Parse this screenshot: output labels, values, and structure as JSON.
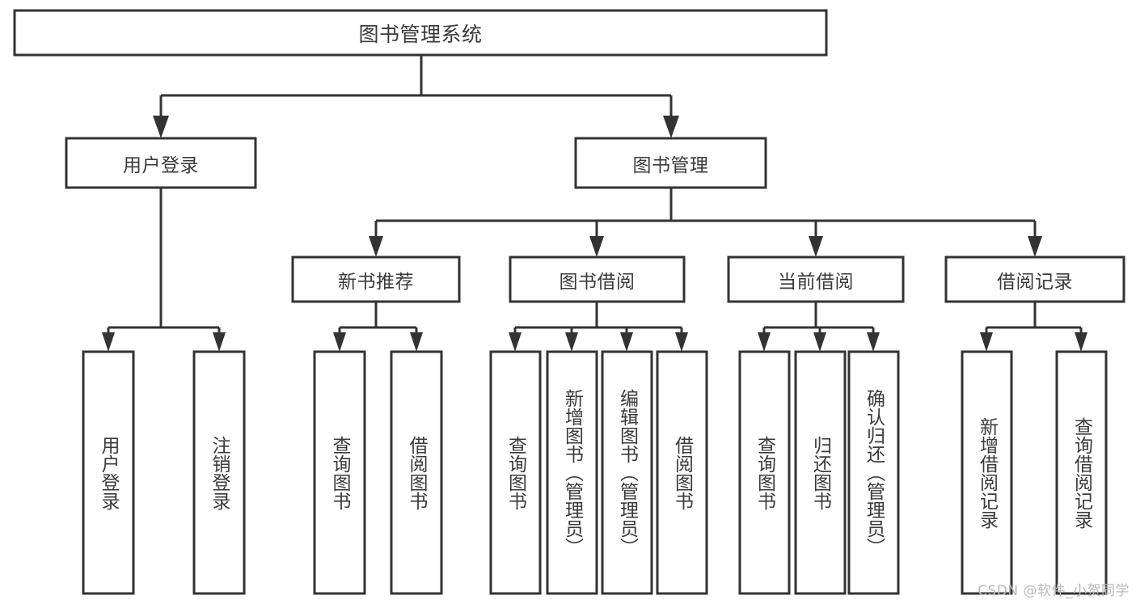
{
  "diagram": {
    "type": "tree-hierarchy",
    "title": "图书管理系统",
    "watermark": "CSDN @软件_小贺同学",
    "colors": {
      "box_fill": "#ffffff",
      "box_stroke": "#333333",
      "text": "#3a3a3a",
      "background": "#ffffff",
      "watermark": "#b9b9b9"
    },
    "root": {
      "label": "图书管理系统"
    },
    "level2": [
      {
        "label": "用户登录"
      },
      {
        "label": "图书管理"
      }
    ],
    "level3": [
      {
        "label": "新书推荐"
      },
      {
        "label": "图书借阅"
      },
      {
        "label": "当前借阅"
      },
      {
        "label": "借阅记录"
      }
    ],
    "leaves": {
      "user_login": [
        {
          "label": "用户登录"
        },
        {
          "label": "注销登录"
        }
      ],
      "new_book_recommend": [
        {
          "label": "查询图书"
        },
        {
          "label": "借阅图书"
        }
      ],
      "book_borrow": [
        {
          "label": "查询图书"
        },
        {
          "label": "新增图书（管理员）"
        },
        {
          "label": "编辑图书（管理员）"
        },
        {
          "label": "借阅图书"
        }
      ],
      "current_borrow": [
        {
          "label": "查询图书"
        },
        {
          "label": "归还图书"
        },
        {
          "label": "确认归还（管理员）"
        }
      ],
      "borrow_record": [
        {
          "label": "新增借阅记录"
        },
        {
          "label": "查询借阅记录"
        }
      ]
    }
  }
}
